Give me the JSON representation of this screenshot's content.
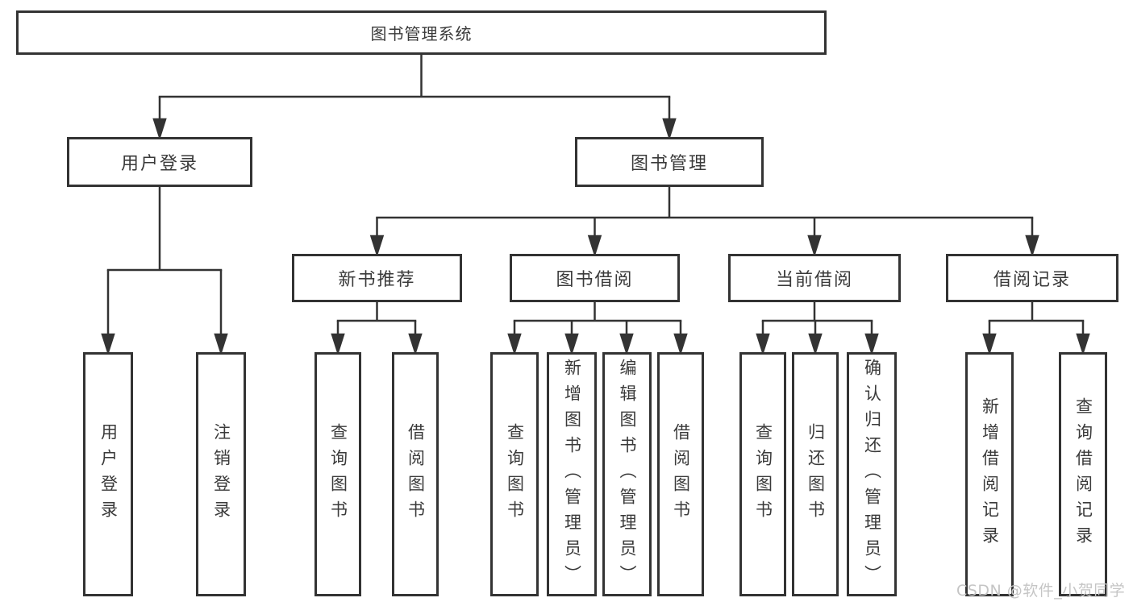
{
  "diagram": {
    "tree": {
      "label": "图书管理系统",
      "children": [
        {
          "label": "用户登录",
          "children": [
            {
              "label": "用户登录"
            },
            {
              "label": "注销登录"
            }
          ]
        },
        {
          "label": "图书管理",
          "children": [
            {
              "label": "新书推荐",
              "children": [
                {
                  "label": "查询图书"
                },
                {
                  "label": "借阅图书"
                }
              ]
            },
            {
              "label": "图书借阅",
              "children": [
                {
                  "label": "查询图书"
                },
                {
                  "label": "新增图书（管理员）"
                },
                {
                  "label": "编辑图书（管理员）"
                },
                {
                  "label": "借阅图书"
                }
              ]
            },
            {
              "label": "当前借阅",
              "children": [
                {
                  "label": "查询图书"
                },
                {
                  "label": "归还图书"
                },
                {
                  "label": "确认归还（管理员）"
                }
              ]
            },
            {
              "label": "借阅记录",
              "children": [
                {
                  "label": "新增借阅记录"
                },
                {
                  "label": "查询借阅记录"
                }
              ]
            }
          ]
        }
      ]
    },
    "colors": {
      "line": "#333333",
      "text": "#3a3a3a",
      "background": "#ffffff"
    }
  },
  "watermark": {
    "text": "CSDN @软件_小贺同学",
    "color": "#c5c5c5"
  }
}
